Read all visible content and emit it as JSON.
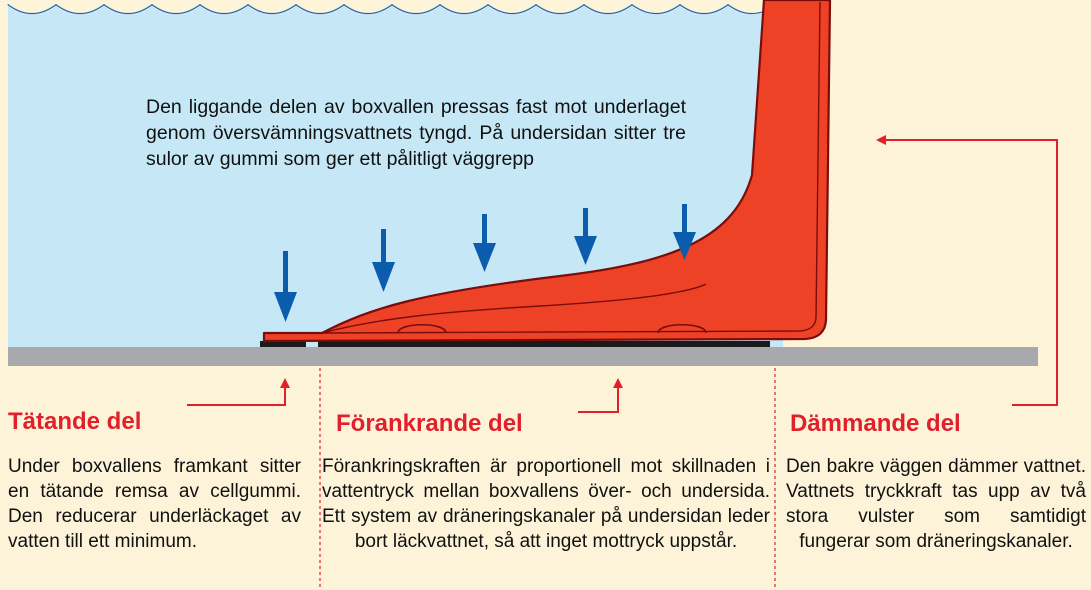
{
  "intro_text": "Den liggande delen av boxvallen pressas fast mot underlaget genom översvämningsvattnets tyngd. På undersidan sitter tre sulor av gummi som ger ett pålitligt väggrepp",
  "sections": [
    {
      "heading": "Tätande del",
      "text": "Under boxvallens framkant sitter en tätande remsa av cellgummi. Den reducerar underläckaget av vatten till ett minimum."
    },
    {
      "heading": "Förankrande del",
      "text": "Förankringskraften är proportionell mot skillnaden i vattentryck mellan boxvallens över- och undersida. Ett system av dräneringskanaler på undersidan leder bort läckvattnet, så att inget mottryck uppstår."
    },
    {
      "heading": "Dämmande del",
      "text": "Den bakre väggen dämmer vattnet. Vattnets tryckkraft tas upp av två stora vulster som samtidigt fungerar som dräneringskanaler."
    }
  ],
  "colors": {
    "water": "#c6e8f6",
    "wave": "#1a5aa8",
    "barrier": "#ee4227",
    "barrier_outline": "#7a0c0c",
    "ground": "#a7a9ac",
    "arrow_blue": "#0b5cad",
    "arrow_red": "#e0202a",
    "background": "#fdf3d9"
  }
}
